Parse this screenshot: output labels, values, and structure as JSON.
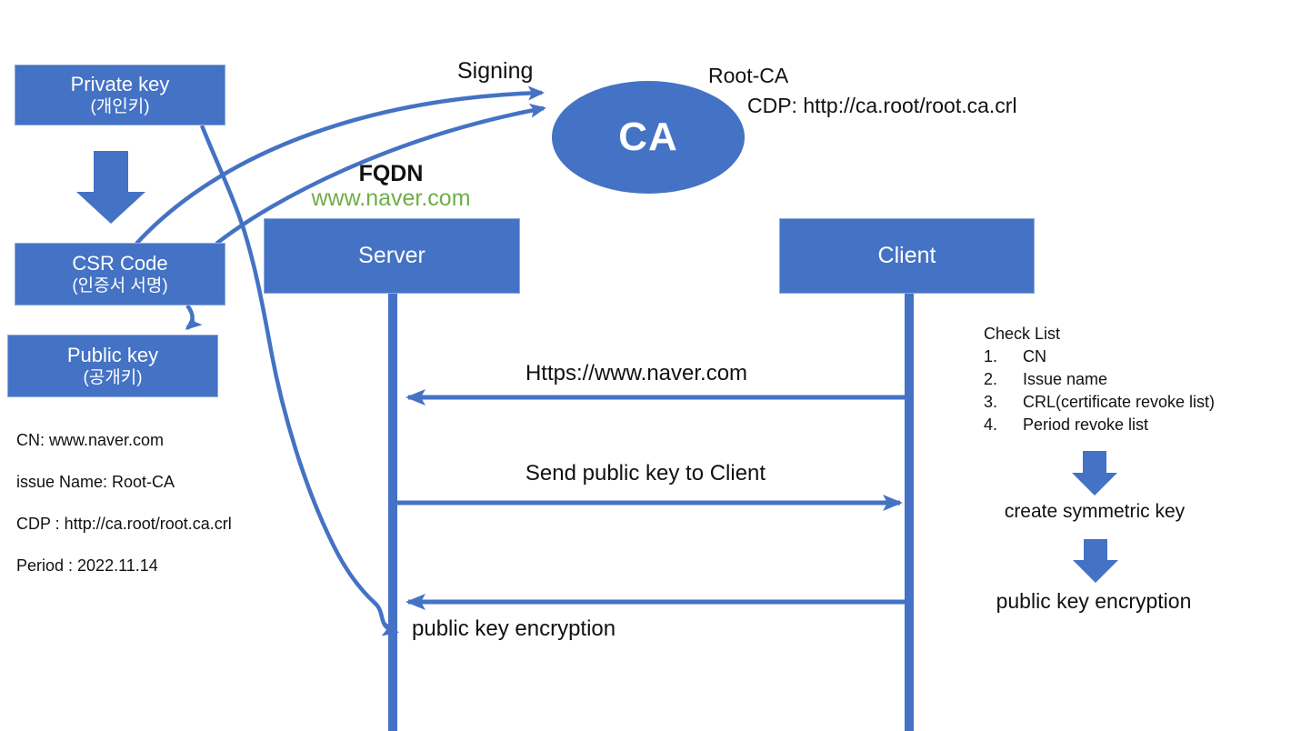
{
  "colors": {
    "accent_blue": "#4472C4",
    "box_border": "#8FAADC",
    "green_domain": "#70AD47",
    "text": "#111111"
  },
  "ca": {
    "label": "CA",
    "signing_label": "Signing",
    "name": "Root-CA",
    "cdp": "CDP: http://ca.root/root.ca.crl"
  },
  "key_flow": {
    "private_key_box": {
      "line1": "Private key",
      "line2": "(개인키)"
    },
    "csr_box": {
      "line1": "CSR Code",
      "line2": "(인증서 서명)"
    },
    "public_key_box": {
      "line1": "Public key",
      "line2": "(공개키)"
    }
  },
  "fqdn": {
    "label": "FQDN",
    "domain": "www.naver.com"
  },
  "sequence": {
    "server_label": "Server",
    "client_label": "Client",
    "messages": [
      {
        "label": "Https://www.naver.com",
        "direction": "client-to-server"
      },
      {
        "label": "Send public key to Client",
        "direction": "server-to-client"
      },
      {
        "label": "",
        "direction": "client-to-server"
      }
    ],
    "server_note": "public key encryption"
  },
  "cert_info": {
    "cn": "CN: www.naver.com",
    "issue_name": "issue Name: Root-CA",
    "cdp": "CDP : http://ca.root/root.ca.crl",
    "period": "Period : 2022.11.14"
  },
  "check_list": {
    "title": "Check List",
    "items": [
      {
        "num": "1.",
        "text": "CN"
      },
      {
        "num": "2.",
        "text": "Issue name"
      },
      {
        "num": "3.",
        "text": "CRL(certificate revoke list)"
      },
      {
        "num": "4.",
        "text": "Period revoke list"
      }
    ]
  },
  "client_flow": {
    "step1": "create symmetric key",
    "step2": "public key encryption"
  }
}
